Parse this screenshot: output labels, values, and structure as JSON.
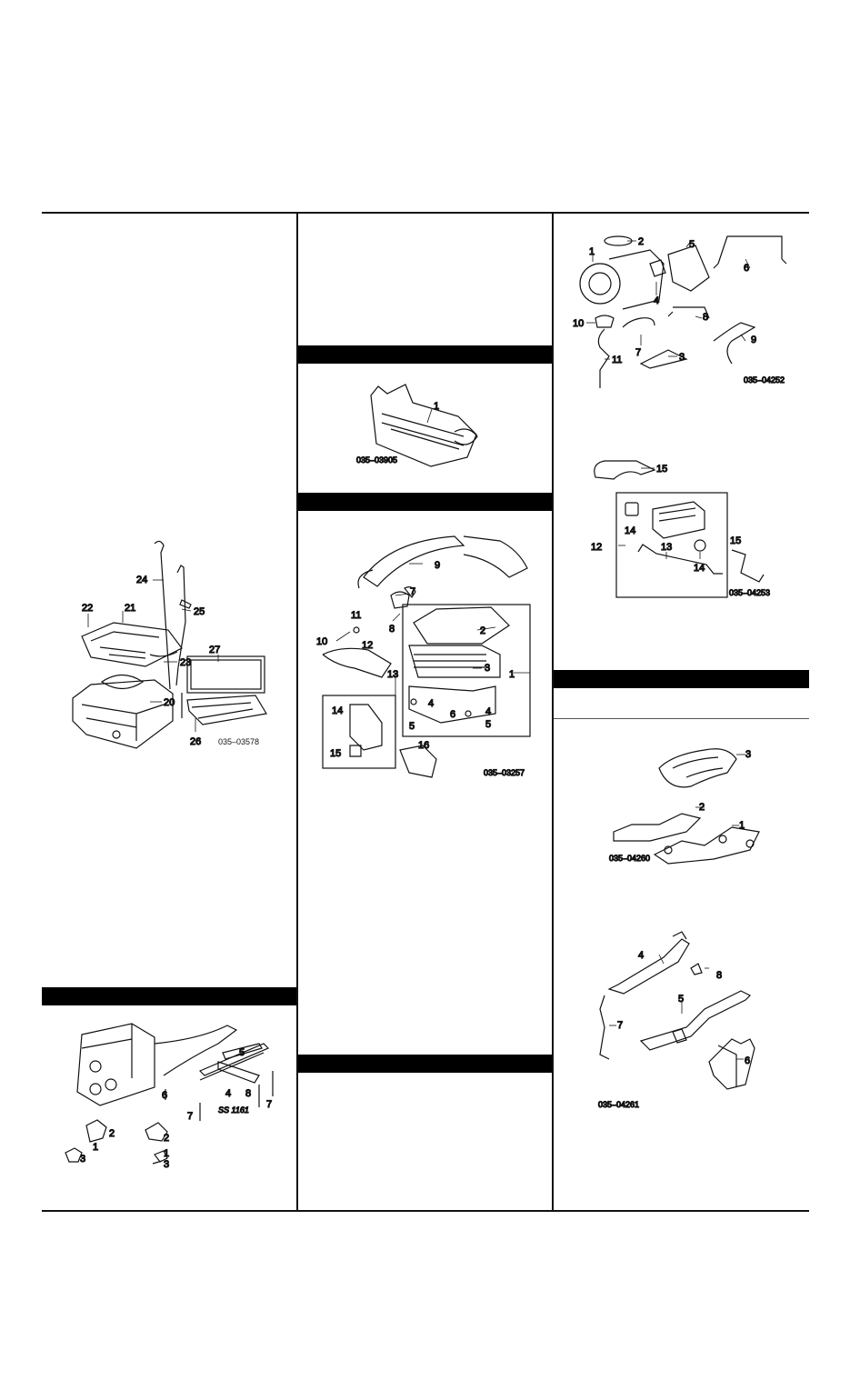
{
  "fig_oilpan": {
    "code": "035–03578",
    "labels": [
      "22",
      "21",
      "24",
      "25",
      "23",
      "27",
      "20",
      "26"
    ]
  },
  "fig_crossmember": {
    "code": "SS 1161",
    "labels": [
      "5",
      "6",
      "4",
      "8",
      "7",
      "7",
      "2",
      "1",
      "2",
      "3",
      "1",
      "3"
    ]
  },
  "fig_manifold": {
    "code": "035–03905",
    "labels": [
      "1"
    ]
  },
  "fig_aircleaner": {
    "code": "035–03257",
    "labels": [
      "9",
      "11",
      "7",
      "10",
      "8",
      "12",
      "2",
      "3",
      "1",
      "13",
      "14",
      "4",
      "4",
      "6",
      "5",
      "5",
      "15",
      "16"
    ]
  },
  "fig_turbo": {
    "code": "035–04252",
    "labels": [
      "2",
      "5",
      "1",
      "6",
      "4",
      "8",
      "10",
      "7",
      "9",
      "3",
      "11"
    ]
  },
  "fig_ecu": {
    "code": "035–04253",
    "labels": [
      "15",
      "14",
      "12",
      "13",
      "14",
      "15"
    ]
  },
  "fig_exhmanifold": {
    "code": "035–04260",
    "labels": [
      "3",
      "2",
      "1"
    ]
  },
  "fig_exhaust": {
    "code": "035–04261",
    "labels": [
      "4",
      "8",
      "5",
      "7",
      "6"
    ]
  }
}
